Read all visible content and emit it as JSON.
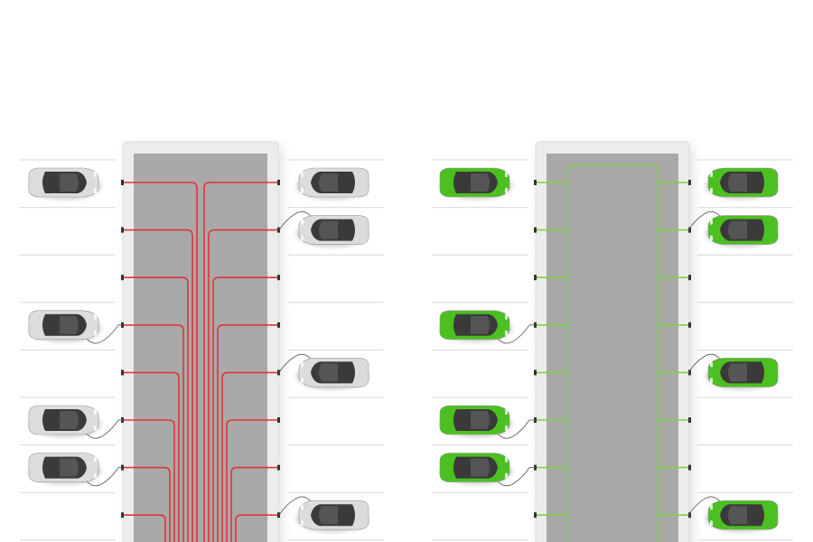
{
  "colors": {
    "background": "#ffffff",
    "platform_outer": "#ececec",
    "platform_inner": "#a9a9a9",
    "line_red": "#e0343a",
    "line_green": "#7fd04a",
    "parking_line": "#e2d6d6",
    "car_silver": "#dcdcdc",
    "car_green": "#4cc021",
    "car_cabin": "#3a3a3a"
  },
  "lots": [
    {
      "name": "red-wired-lot",
      "wiring": "red",
      "car_color": "silver",
      "rows": 8,
      "left_occupied": [
        0,
        3,
        5,
        6
      ],
      "right_occupied": [
        0,
        1,
        4,
        7
      ]
    },
    {
      "name": "green-wired-lot",
      "wiring": "green",
      "car_color": "green",
      "rows": 8,
      "left_occupied": [
        0,
        3,
        5,
        6
      ],
      "right_occupied": [
        0,
        1,
        4,
        7
      ]
    }
  ]
}
